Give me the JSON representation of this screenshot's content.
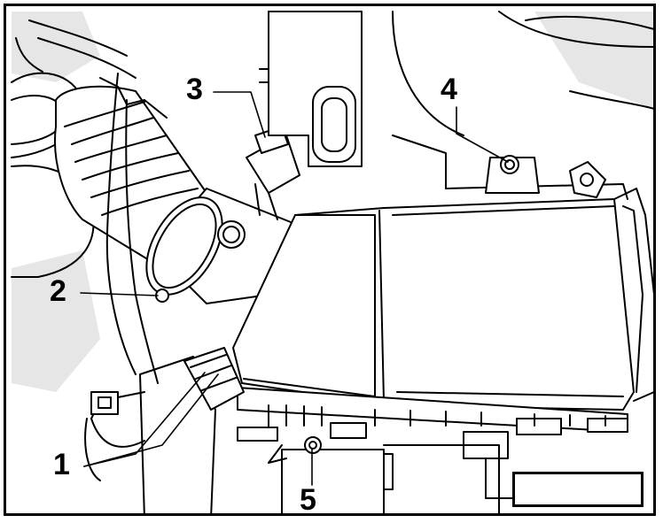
{
  "figure": {
    "callouts": [
      {
        "id": "1",
        "label": "1"
      },
      {
        "id": "2",
        "label": "2"
      },
      {
        "id": "3",
        "label": "3"
      },
      {
        "id": "4",
        "label": "4"
      },
      {
        "id": "5",
        "label": "5"
      }
    ],
    "reference_box": ""
  },
  "colors": {
    "line": "#000000",
    "background": "#ffffff",
    "shade": "#d9d9d9"
  }
}
